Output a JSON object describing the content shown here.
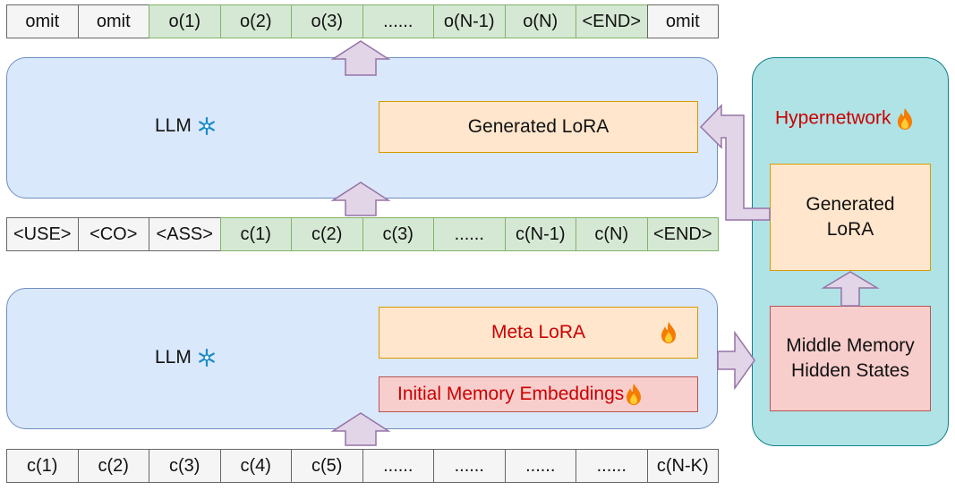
{
  "output_row": [
    "omit",
    "omit",
    "o(1)",
    "o(2)",
    "o(3)",
    "......",
    "o(N-1)",
    "o(N)",
    "<END>",
    "omit"
  ],
  "upper_input_row": [
    "<USE>",
    "<CO>",
    "<ASS>",
    "c(1)",
    "c(2)",
    "c(3)",
    "......",
    "c(N-1)",
    "c(N)",
    "<END>"
  ],
  "lower_input_row": [
    "c(1)",
    "c(2)",
    "c(3)",
    "c(4)",
    "c(5)",
    "......",
    "......",
    "......",
    "......",
    "c(N-K)"
  ],
  "upper_llm": {
    "label": "LLM",
    "icon": "snowflake-icon",
    "generated_lora": "Generated LoRA"
  },
  "lower_llm": {
    "label": "LLM",
    "icon": "snowflake-icon",
    "meta_lora": "Meta LoRA",
    "memory_embeddings": "Initial Memory Embeddings"
  },
  "hypernetwork": {
    "title": "Hypernetwork",
    "icon": "fire-icon",
    "generated_lora_line1": "Generated",
    "generated_lora_line2": "LoRA",
    "hidden_states_line1": "Middle Memory",
    "hidden_states_line2": "Hidden States"
  },
  "colors": {
    "llm_fill": "#dae8fc",
    "hyper_fill": "#b0e3e6",
    "lora_fill": "#ffe6cc",
    "memory_fill": "#f8cecc",
    "token_fill": "#d5e8d4",
    "arrow_fill": "#e1d5e7",
    "red_text": "#cc0000"
  }
}
